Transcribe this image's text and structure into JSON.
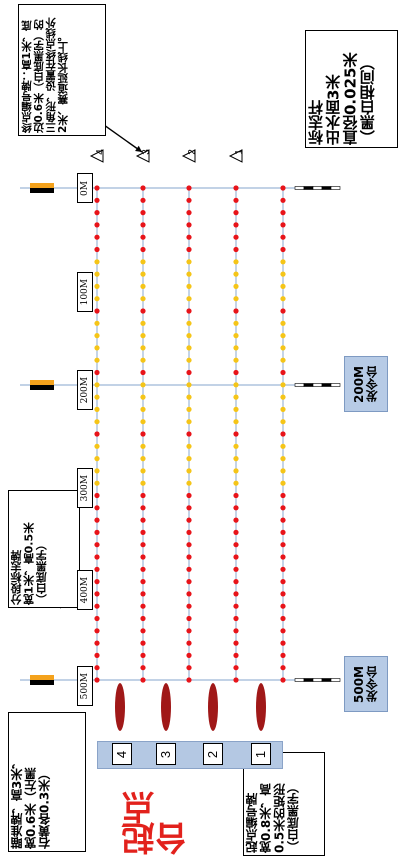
{
  "notes": {
    "finish_board": "终点编号牌：高1米，底\n边0.6米（白底黑字）的\n三角形，设置在终点线外\n2米、赛道延长线上。",
    "marker_pole": "标志杆\n出水面3米\n直径0.025米\n（黑白相间）",
    "segment_board": "分段标志牌\n宽1米，高0.5米\n（白底黑字）",
    "aim_board": "瞄准牌，高3米，\n宽0.6米（左黑\n右黄各0.3米）",
    "start_board": "起点编号牌\n宽0.8米，高\n0.5米的矩形\n（白底黑字）"
  },
  "distance_labels": [
    "0M",
    "100M",
    "200M",
    "300M",
    "400M",
    "500M"
  ],
  "start_platforms": {
    "p200": "200M\n发令台",
    "p500": "500M\n发令台"
  },
  "start_title": "起点台",
  "finish_lane_numbers": [
    "4",
    "3",
    "2",
    "1"
  ],
  "start_lane_numbers": [
    "4",
    "3",
    "2",
    "1"
  ],
  "colors": {
    "buoy_red": "#e8141a",
    "buoy_yellow": "#f5c518",
    "lane_line": "#9db8d8",
    "aim_black": "#000000",
    "aim_yellow": "#f4a21c",
    "boat": "#a01818",
    "start_bar": "#b4c8e3",
    "title_red": "#e2211c"
  }
}
